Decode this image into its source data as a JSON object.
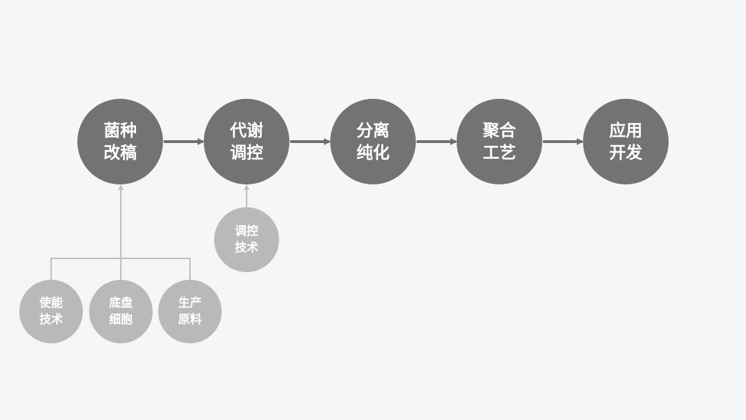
{
  "main_steps": [
    {
      "line1": "菌种",
      "line2": "改稿"
    },
    {
      "line1": "代谢",
      "line2": "调控"
    },
    {
      "line1": "分离",
      "line2": "纯化"
    },
    {
      "line1": "聚合",
      "line2": "工艺"
    },
    {
      "line1": "应用",
      "line2": "开发"
    }
  ],
  "supporting_techs": {
    "metabolic_control": {
      "line1": "调控",
      "line2": "技术"
    },
    "enabling": {
      "line1": "使能",
      "line2": "技术"
    },
    "chassis": {
      "line1": "底盘",
      "line2": "细胞"
    },
    "raw_material": {
      "line1": "生产",
      "line2": "原料"
    }
  },
  "colors": {
    "background": "#f6f6f8",
    "main_node": "#737373",
    "sub_node": "#b9b9b9",
    "main_arrow": "#6e6e6e",
    "sub_line": "#bdbdbd"
  }
}
